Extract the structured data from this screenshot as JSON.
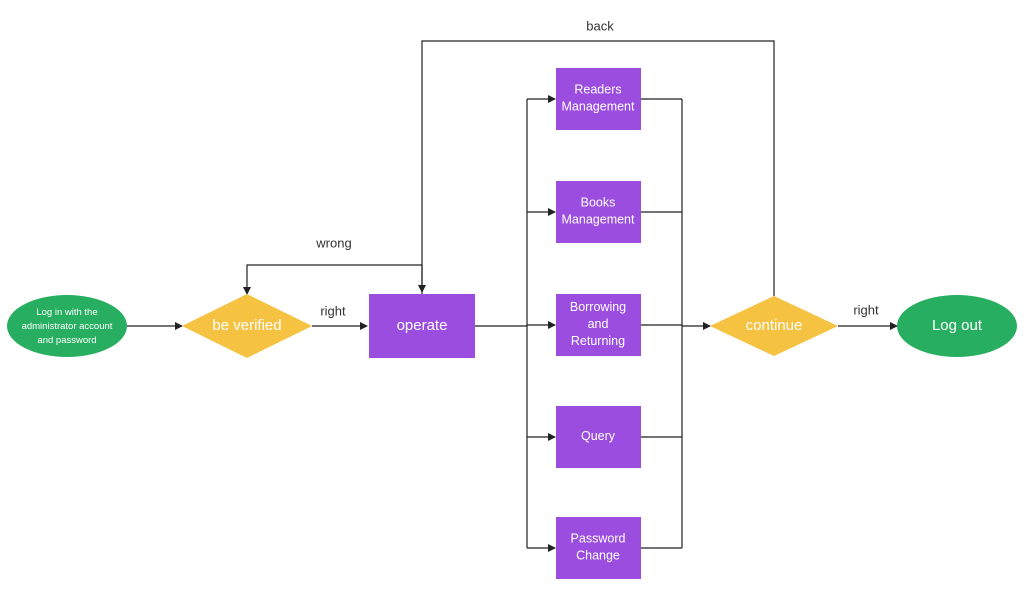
{
  "colors": {
    "terminal": "#27ae60",
    "decision": "#f5c242",
    "process": "#9b4de0",
    "line": "#222222",
    "text_on_shape": "#ffffff"
  },
  "nodes": {
    "start": {
      "lines": [
        "Log in with the",
        "administrator account",
        "and password"
      ]
    },
    "verify": {
      "lines": [
        "be verified"
      ]
    },
    "operate": {
      "lines": [
        "operate"
      ]
    },
    "readers": {
      "lines": [
        "Readers",
        "Management"
      ]
    },
    "books": {
      "lines": [
        "Books",
        "Management"
      ]
    },
    "borrowing": {
      "lines": [
        "Borrowing",
        "and",
        "Returning"
      ]
    },
    "query": {
      "lines": [
        "Query"
      ]
    },
    "password": {
      "lines": [
        "Password",
        "Change"
      ]
    },
    "continue": {
      "lines": [
        "continue"
      ]
    },
    "logout": {
      "lines": [
        "Log out"
      ]
    }
  },
  "edge_labels": {
    "back": "back",
    "wrong": "wrong",
    "right_verify": "right",
    "right_continue": "right"
  }
}
